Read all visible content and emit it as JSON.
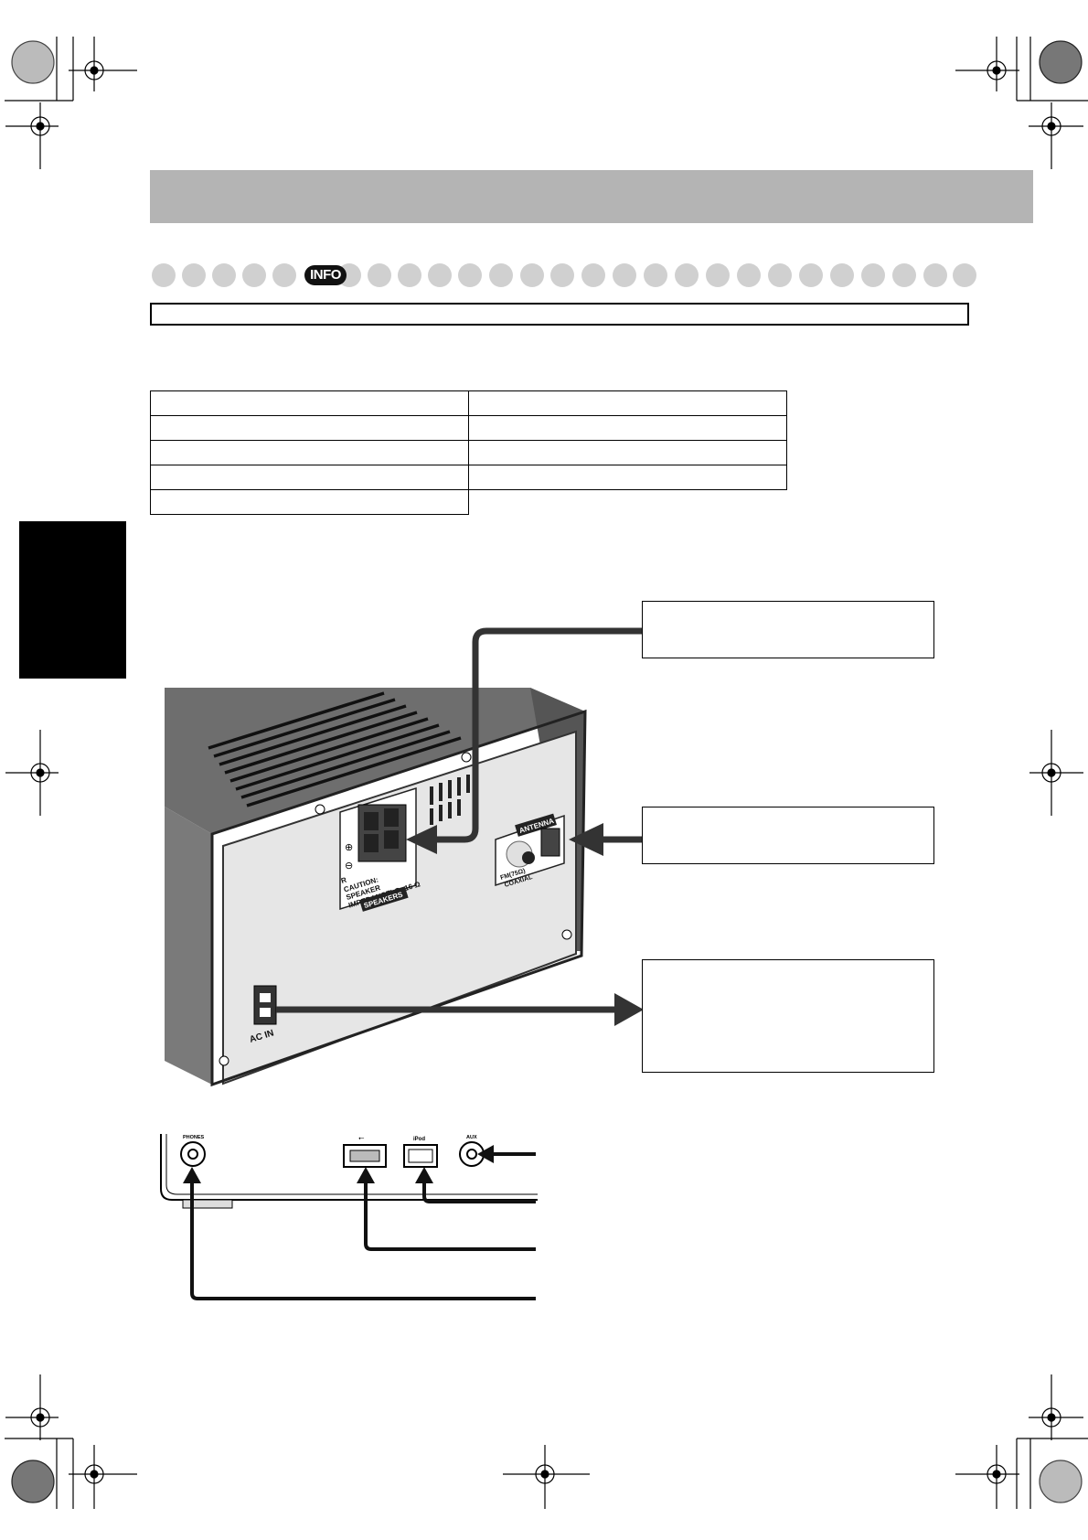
{
  "header": {
    "info_badge": "INFO"
  },
  "rear_panel": {
    "speakers_label": "SPEAKERS",
    "caution_text": "CAUTION:",
    "speaker_text": "SPEAKER",
    "impedance_text": "IMPEDANCE",
    "impedance_value": "4 Ω -16 Ω",
    "channel_letter": "R",
    "antenna_label": "ANTENNA",
    "fm_label": "FM(75Ω)",
    "coaxial_label": "COAXIAL",
    "ac_in_label": "AC IN"
  },
  "front_panel": {
    "phones_label": "PHONES",
    "ipod_label": "iPod",
    "aux_label": "AUX"
  },
  "colors": {
    "header_band": "#b4b4b4",
    "side_tab": "#000000",
    "dot": "#d0d0d0",
    "panel": "#e6e6e6",
    "cabinet": "#6e6e6e"
  }
}
